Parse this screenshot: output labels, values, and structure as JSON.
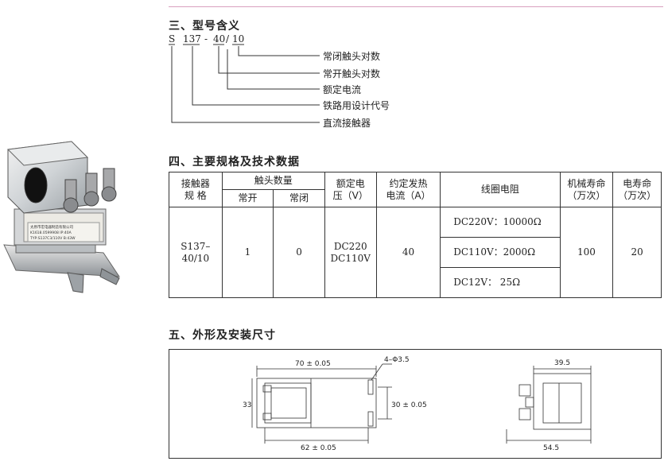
{
  "sections": {
    "model_meaning": "三、型号含义",
    "specs": "四、主要规格及技术数据",
    "dimensions": "五、外形及安装尺寸"
  },
  "model": {
    "parts": [
      "S",
      "137",
      "-",
      "40",
      "/",
      "10"
    ],
    "legend": [
      "常闭触头对数",
      "常开触头对数",
      "额定电流",
      "铁路用设计代号",
      "直流接触器"
    ]
  },
  "photo": {
    "label_lines": [
      "太原市宏电器制造有限公司",
      "K1618.0599908  IP:40A",
      "TYP:S137C3/110V  B:43W"
    ]
  },
  "table": {
    "h_model": [
      "接触器",
      "规 格"
    ],
    "h_contacts": "触头数量",
    "h_no": "常开",
    "h_nc": "常闭",
    "h_voltage": [
      "额定电",
      "压（V）"
    ],
    "h_current": [
      "约定发热",
      "电流（A）"
    ],
    "h_coil": "线圈电阻",
    "h_mech": [
      "机械寿命",
      "（万次）"
    ],
    "h_elec": [
      "电寿命",
      "（万次）"
    ],
    "model": [
      "S137–",
      "40/10"
    ],
    "no": "1",
    "nc": "0",
    "voltage": [
      "DC220",
      "DC110V"
    ],
    "current": "40",
    "coil": [
      "DC220V：10000Ω",
      "DC110V：2000Ω",
      "DC12V：  25Ω"
    ],
    "mech": "100",
    "elec": "20"
  },
  "drawing": {
    "left_width": "70 ± 0.05",
    "holes": "4–Φ3.5",
    "left_height": "33",
    "hole_spacing": "30 ± 0.05",
    "base_width": "62 ± 0.05",
    "right_top": "39.5",
    "right_bottom": "54.5"
  }
}
